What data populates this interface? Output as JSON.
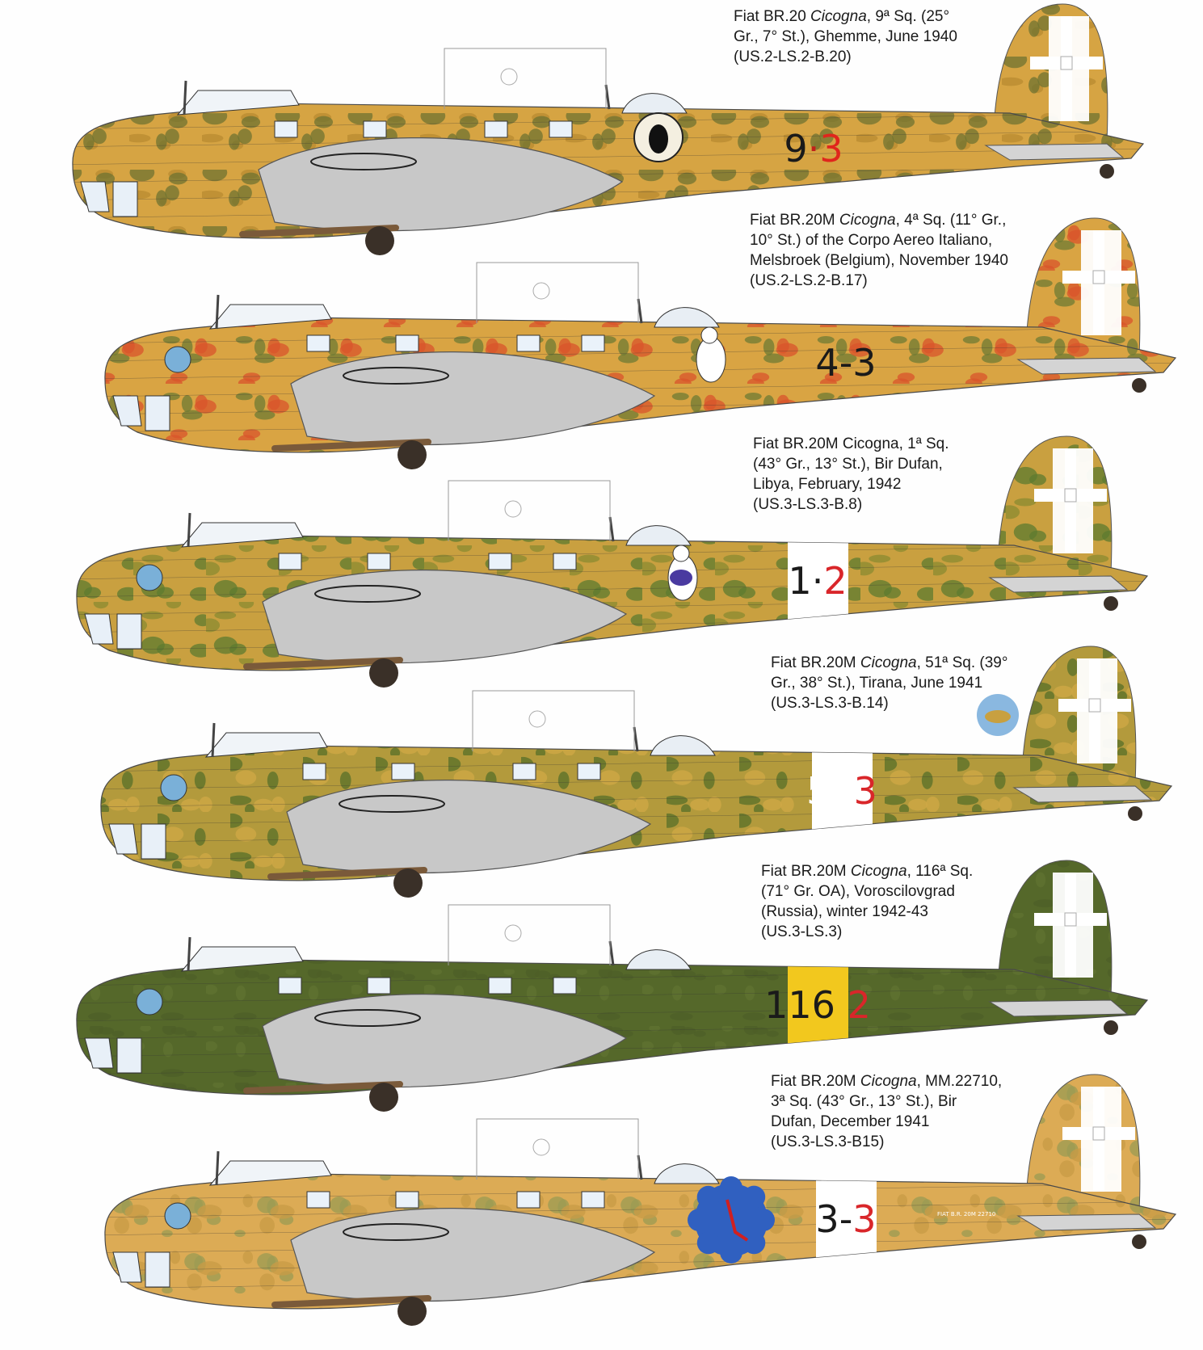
{
  "profiles": [
    {
      "caption": [
        [
          {
            "t": "Fiat BR.20 "
          },
          {
            "t": "Cicogna",
            "i": true
          },
          {
            "t": ", 9ª Sq. (25°"
          }
        ],
        [
          {
            "t": "Gr., 7° St.), Ghemme, June 1940"
          }
        ],
        [
          {
            "t": "(US.2-LS.2-B.20)"
          }
        ]
      ],
      "code": [
        {
          "t": "9",
          "c": "#1a1a1a"
        },
        {
          "t": "·",
          "c": "#c0201a"
        },
        {
          "t": "3",
          "c": "#e0261c"
        }
      ],
      "base_color": "#d6a443",
      "mottle_color": "#6e7230",
      "mottle2_color": "#b88a30",
      "band_color": null,
      "emblem": "black-cat-icon"
    },
    {
      "caption": [
        [
          {
            "t": "Fiat BR.20M "
          },
          {
            "t": "Cicogna",
            "i": true
          },
          {
            "t": ", 4ª Sq. (11° Gr.,"
          }
        ],
        [
          {
            "t": "10° St.) of the Corpo Aereo Italiano,"
          }
        ],
        [
          {
            "t": "Melsbroek (Belgium), November 1940"
          }
        ],
        [
          {
            "t": "(US.2-LS.2-B.17)"
          }
        ]
      ],
      "code": [
        {
          "t": "4",
          "c": "#1a1a1a"
        },
        {
          "t": "-",
          "c": "#1a1a1a"
        },
        {
          "t": "3",
          "c": "#1a1a1a"
        }
      ],
      "base_color": "#d9a443",
      "mottle_color": "#d9542a",
      "mottle2_color": "#6f7a32",
      "band_color": null,
      "emblem": "white-dog-icon"
    },
    {
      "caption": [
        [
          {
            "t": "Fiat BR.20M Cicogna, 1ª Sq."
          }
        ],
        [
          {
            "t": "(43° Gr., 13° St.), Bir Dufan,"
          }
        ],
        [
          {
            "t": "Libya, February, 1942"
          }
        ],
        [
          {
            "t": "(US.3-LS.3-B.8)"
          }
        ]
      ],
      "code": [
        {
          "t": "1",
          "c": "#1a1a1a"
        },
        {
          "t": "·",
          "c": "#1a1a1a"
        },
        {
          "t": "2",
          "c": "#d9262a"
        }
      ],
      "base_color": "#c9a040",
      "mottle_color": "#5d7a2e",
      "mottle2_color": "#8a8a30",
      "band_color": "#ffffff",
      "emblem": "donald-duck-icon"
    },
    {
      "caption": [
        [
          {
            "t": "Fiat BR.20M "
          },
          {
            "t": "Cicogna",
            "i": true
          },
          {
            "t": ", 51ª Sq. (39°"
          }
        ],
        [
          {
            "t": "Gr., 38° St.), Tirana, June 1941"
          }
        ],
        [
          {
            "t": "(US.3-LS.3-B.14)"
          }
        ]
      ],
      "code": [
        {
          "t": "51",
          "c": "#ffffff"
        },
        {
          "t": "3",
          "c": "#d9262a"
        }
      ],
      "base_color": "#b39a3c",
      "mottle_color": "#566e28",
      "mottle2_color": "#d0a845",
      "band_color": "#ffffff",
      "emblem": "squadron-roundel-icon"
    },
    {
      "caption": [
        [
          {
            "t": "Fiat BR.20M "
          },
          {
            "t": "Cicogna",
            "i": true
          },
          {
            "t": ", 116ª Sq."
          }
        ],
        [
          {
            "t": "(71° Gr. OA), Voroscilovgrad"
          }
        ],
        [
          {
            "t": "(Russia), winter 1942-43"
          }
        ],
        [
          {
            "t": "(US.3-LS.3)"
          }
        ]
      ],
      "code": [
        {
          "t": "116",
          "c": "#1a1a1a"
        },
        {
          "t": " 2",
          "c": "#d9262a"
        }
      ],
      "base_color": "#55682a",
      "mottle_color": "#4d5f26",
      "mottle2_color": "#607330",
      "band_color": "#f2c81e",
      "emblem": null
    },
    {
      "caption": [
        [
          {
            "t": "Fiat BR.20M "
          },
          {
            "t": "Cicogna",
            "i": true
          },
          {
            "t": ", MM.22710,"
          }
        ],
        [
          {
            "t": "3ª Sq. (43° Gr., 13° St.), Bir"
          }
        ],
        [
          {
            "t": "Dufan, December 1941"
          }
        ],
        [
          {
            "t": "(US.3-LS.3-B15)"
          }
        ]
      ],
      "code": [
        {
          "t": "3",
          "c": "#1a1a1a"
        },
        {
          "t": "-",
          "c": "#1a1a1a"
        },
        {
          "t": "3",
          "c": "#d9262a"
        }
      ],
      "base_color": "#dcab55",
      "mottle_color": "#9a9a52",
      "mottle2_color": "#c89a45",
      "band_color": "#ffffff",
      "emblem": "blue-cloud-emblem-icon",
      "stencil": "FIAT B.R. 20M 22710"
    }
  ]
}
